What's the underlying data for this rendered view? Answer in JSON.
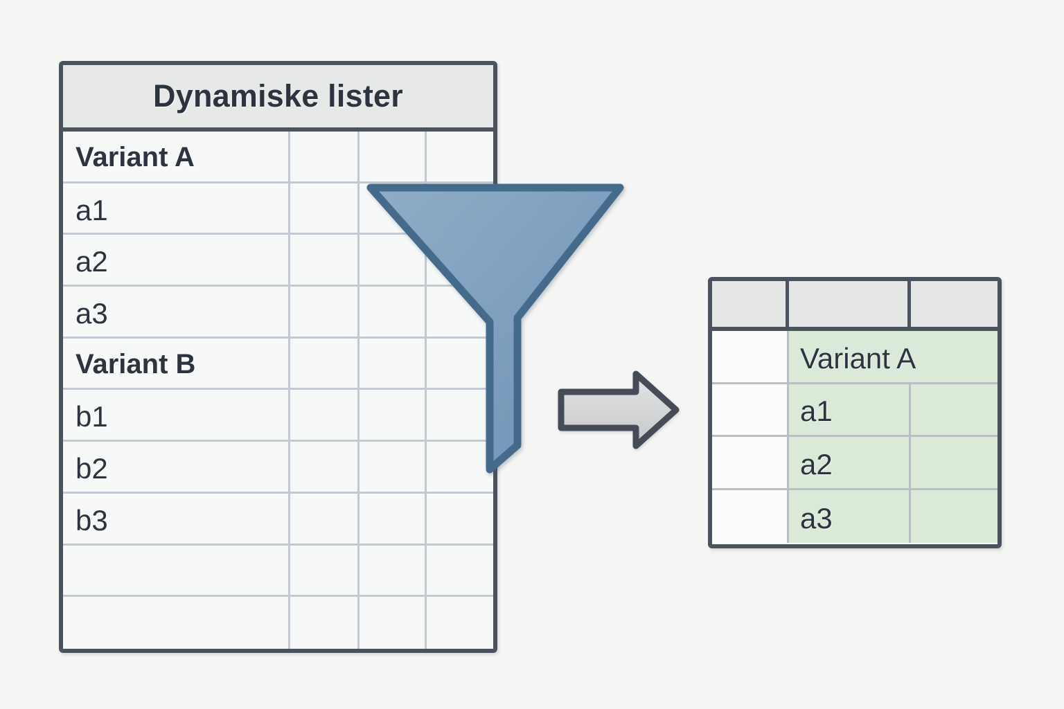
{
  "background_color": "#f5f5f4",
  "source_table": {
    "title": "Dynamiske lister",
    "column_count": 4,
    "rows": [
      {
        "label": "Variant A",
        "bold": true
      },
      {
        "label": "a1",
        "bold": false
      },
      {
        "label": "a2",
        "bold": false
      },
      {
        "label": "a3",
        "bold": false
      },
      {
        "label": "Variant B",
        "bold": true
      },
      {
        "label": "b1",
        "bold": false
      },
      {
        "label": "b2",
        "bold": false
      },
      {
        "label": "b3",
        "bold": false
      },
      {
        "label": "",
        "bold": false
      },
      {
        "label": "",
        "bold": false
      }
    ]
  },
  "funnel": {
    "name": "filter-funnel",
    "fill_color": "#7e9fbe",
    "border_color": "#456b8c"
  },
  "arrow": {
    "name": "flow-arrow",
    "direction": "right",
    "fill_color": "#d5d6d8",
    "border_color": "#454c57"
  },
  "result_table": {
    "header_cells": [
      "",
      "",
      ""
    ],
    "header_fill": "#e5e6e6",
    "highlight_color": "#dbe9d8",
    "rows": [
      {
        "col1": "",
        "col2": "Variant A",
        "col3": "",
        "merged": true,
        "highlight": true
      },
      {
        "col1": "",
        "col2": "a1",
        "col3": "",
        "merged": false,
        "highlight": true
      },
      {
        "col1": "",
        "col2": "a2",
        "col3": "",
        "merged": false,
        "highlight": true
      },
      {
        "col1": "",
        "col2": "a3",
        "col3": "",
        "merged": false,
        "highlight": true
      }
    ]
  }
}
